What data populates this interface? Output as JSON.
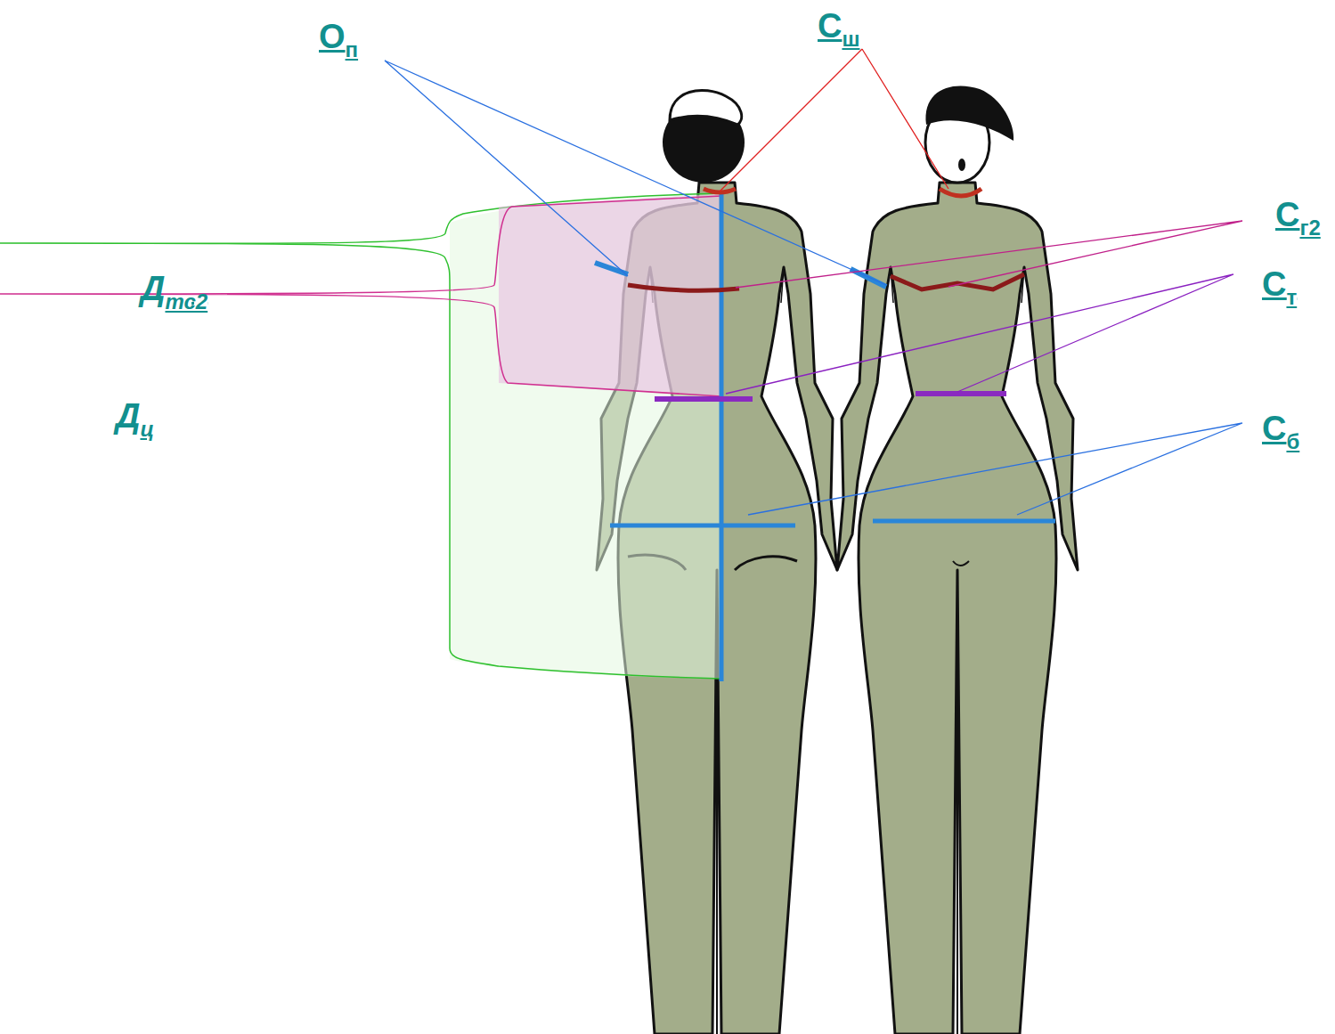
{
  "diagram": {
    "labels": [
      "Оп",
      "Сш",
      "Сг2",
      "Ст",
      "Сб",
      "Дтс2",
      "Дц"
    ]
  }
}
